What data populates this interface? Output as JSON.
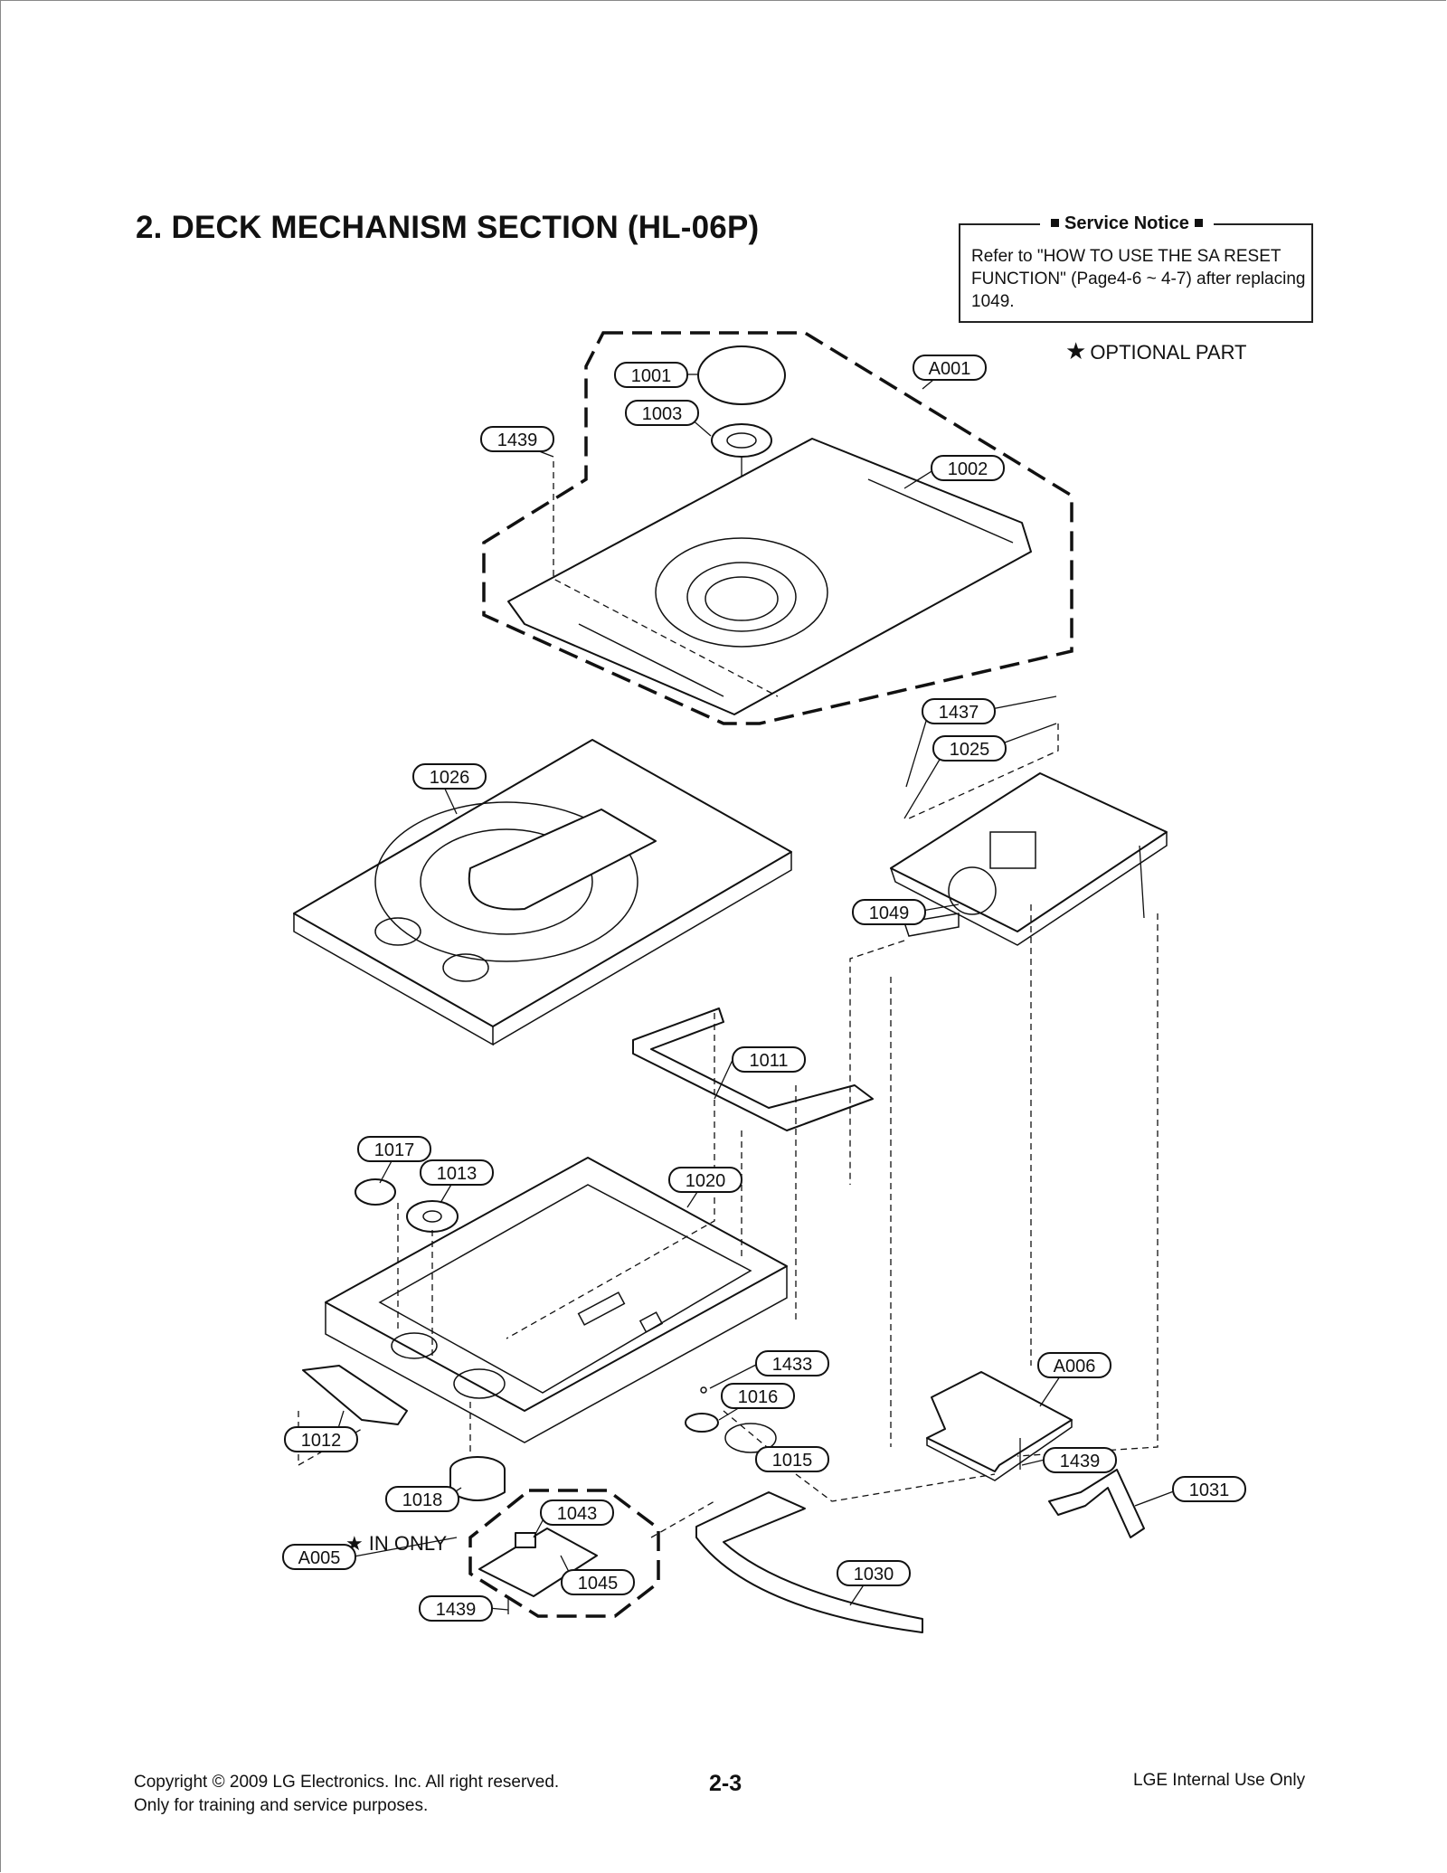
{
  "page": {
    "title": "2. DECK MECHANISM SECTION (HL-06P)",
    "page_number": "2-3"
  },
  "service_notice": {
    "heading": "Service Notice",
    "text": "Refer to \"HOW TO USE THE SA RESET FUNCTION\" (Page4-6 ~ 4-7) after replacing 1049."
  },
  "legend": {
    "optional_mark": "★",
    "optional_label": "OPTIONAL PART",
    "in_only_label": "IN ONLY"
  },
  "part_labels": [
    "1001",
    "1003",
    "A001",
    "1439",
    "1002",
    "1437",
    "1025",
    "1026",
    "1049",
    "1011",
    "1017",
    "1013",
    "1020",
    "1433",
    "A006",
    "1016",
    "1012",
    "1015",
    "1439",
    "1031",
    "1018",
    "1043",
    "A005",
    "1045",
    "1030",
    "1439"
  ],
  "footer": {
    "copyright_line1": "Copyright © 2009 LG Electronics. Inc. All right reserved.",
    "copyright_line2": "Only for training and service purposes.",
    "internal": "LGE Internal Use Only"
  }
}
